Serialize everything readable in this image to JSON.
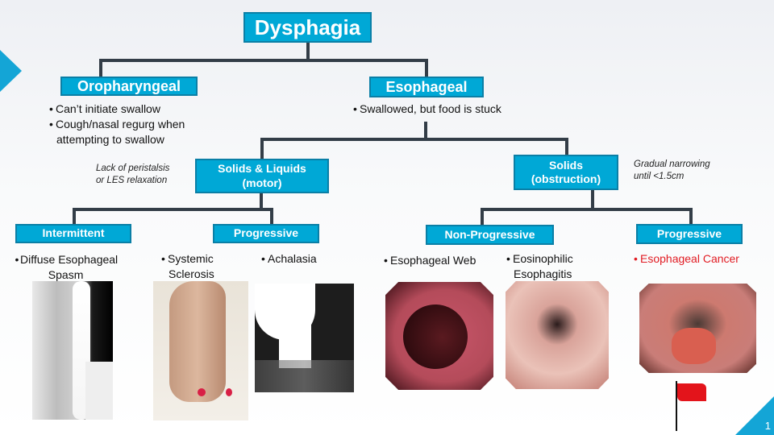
{
  "title": "Dysphagia",
  "branches": {
    "oropharyngeal": {
      "label": "Oropharyngeal",
      "bullets": [
        "Can’t initiate swallow",
        "Cough/nasal regurg when",
        "attempting to swallow"
      ]
    },
    "esophageal": {
      "label": "Esophageal",
      "bullets": [
        "Swallowed, but food is stuck"
      ]
    }
  },
  "motor": {
    "label_line1": "Solids  & Liquids",
    "label_line2": "(motor)",
    "note_line1": "Lack of peristalsis",
    "note_line2": "or LES relaxation",
    "intermittent": {
      "label": "Intermittent",
      "item_line1": "Diffuse Esophageal",
      "item_line2": "Spasm"
    },
    "progressive": {
      "label": "Progressive",
      "item1_line1": "Systemic",
      "item1_line2": "Sclerosis",
      "item2": "Achalasia"
    }
  },
  "obstruction": {
    "label_line1": "Solids",
    "label_line2": "(obstruction)",
    "note_line1": "Gradual  narrowing",
    "note_line2": "until <1.5cm",
    "non_progressive": {
      "label": "Non-Progressive",
      "item1": "Esophageal Web",
      "item2_line1": "Eosinophilic",
      "item2_line2": "Esophagitis"
    },
    "progressive": {
      "label": "Progressive",
      "item": "Esophageal Cancer"
    }
  },
  "bullet_char": "•",
  "page_number": "1",
  "colors": {
    "box": "#00a8d6",
    "connector": "#333d47",
    "cancer": "#e11b22",
    "flag": "#e3141b"
  }
}
